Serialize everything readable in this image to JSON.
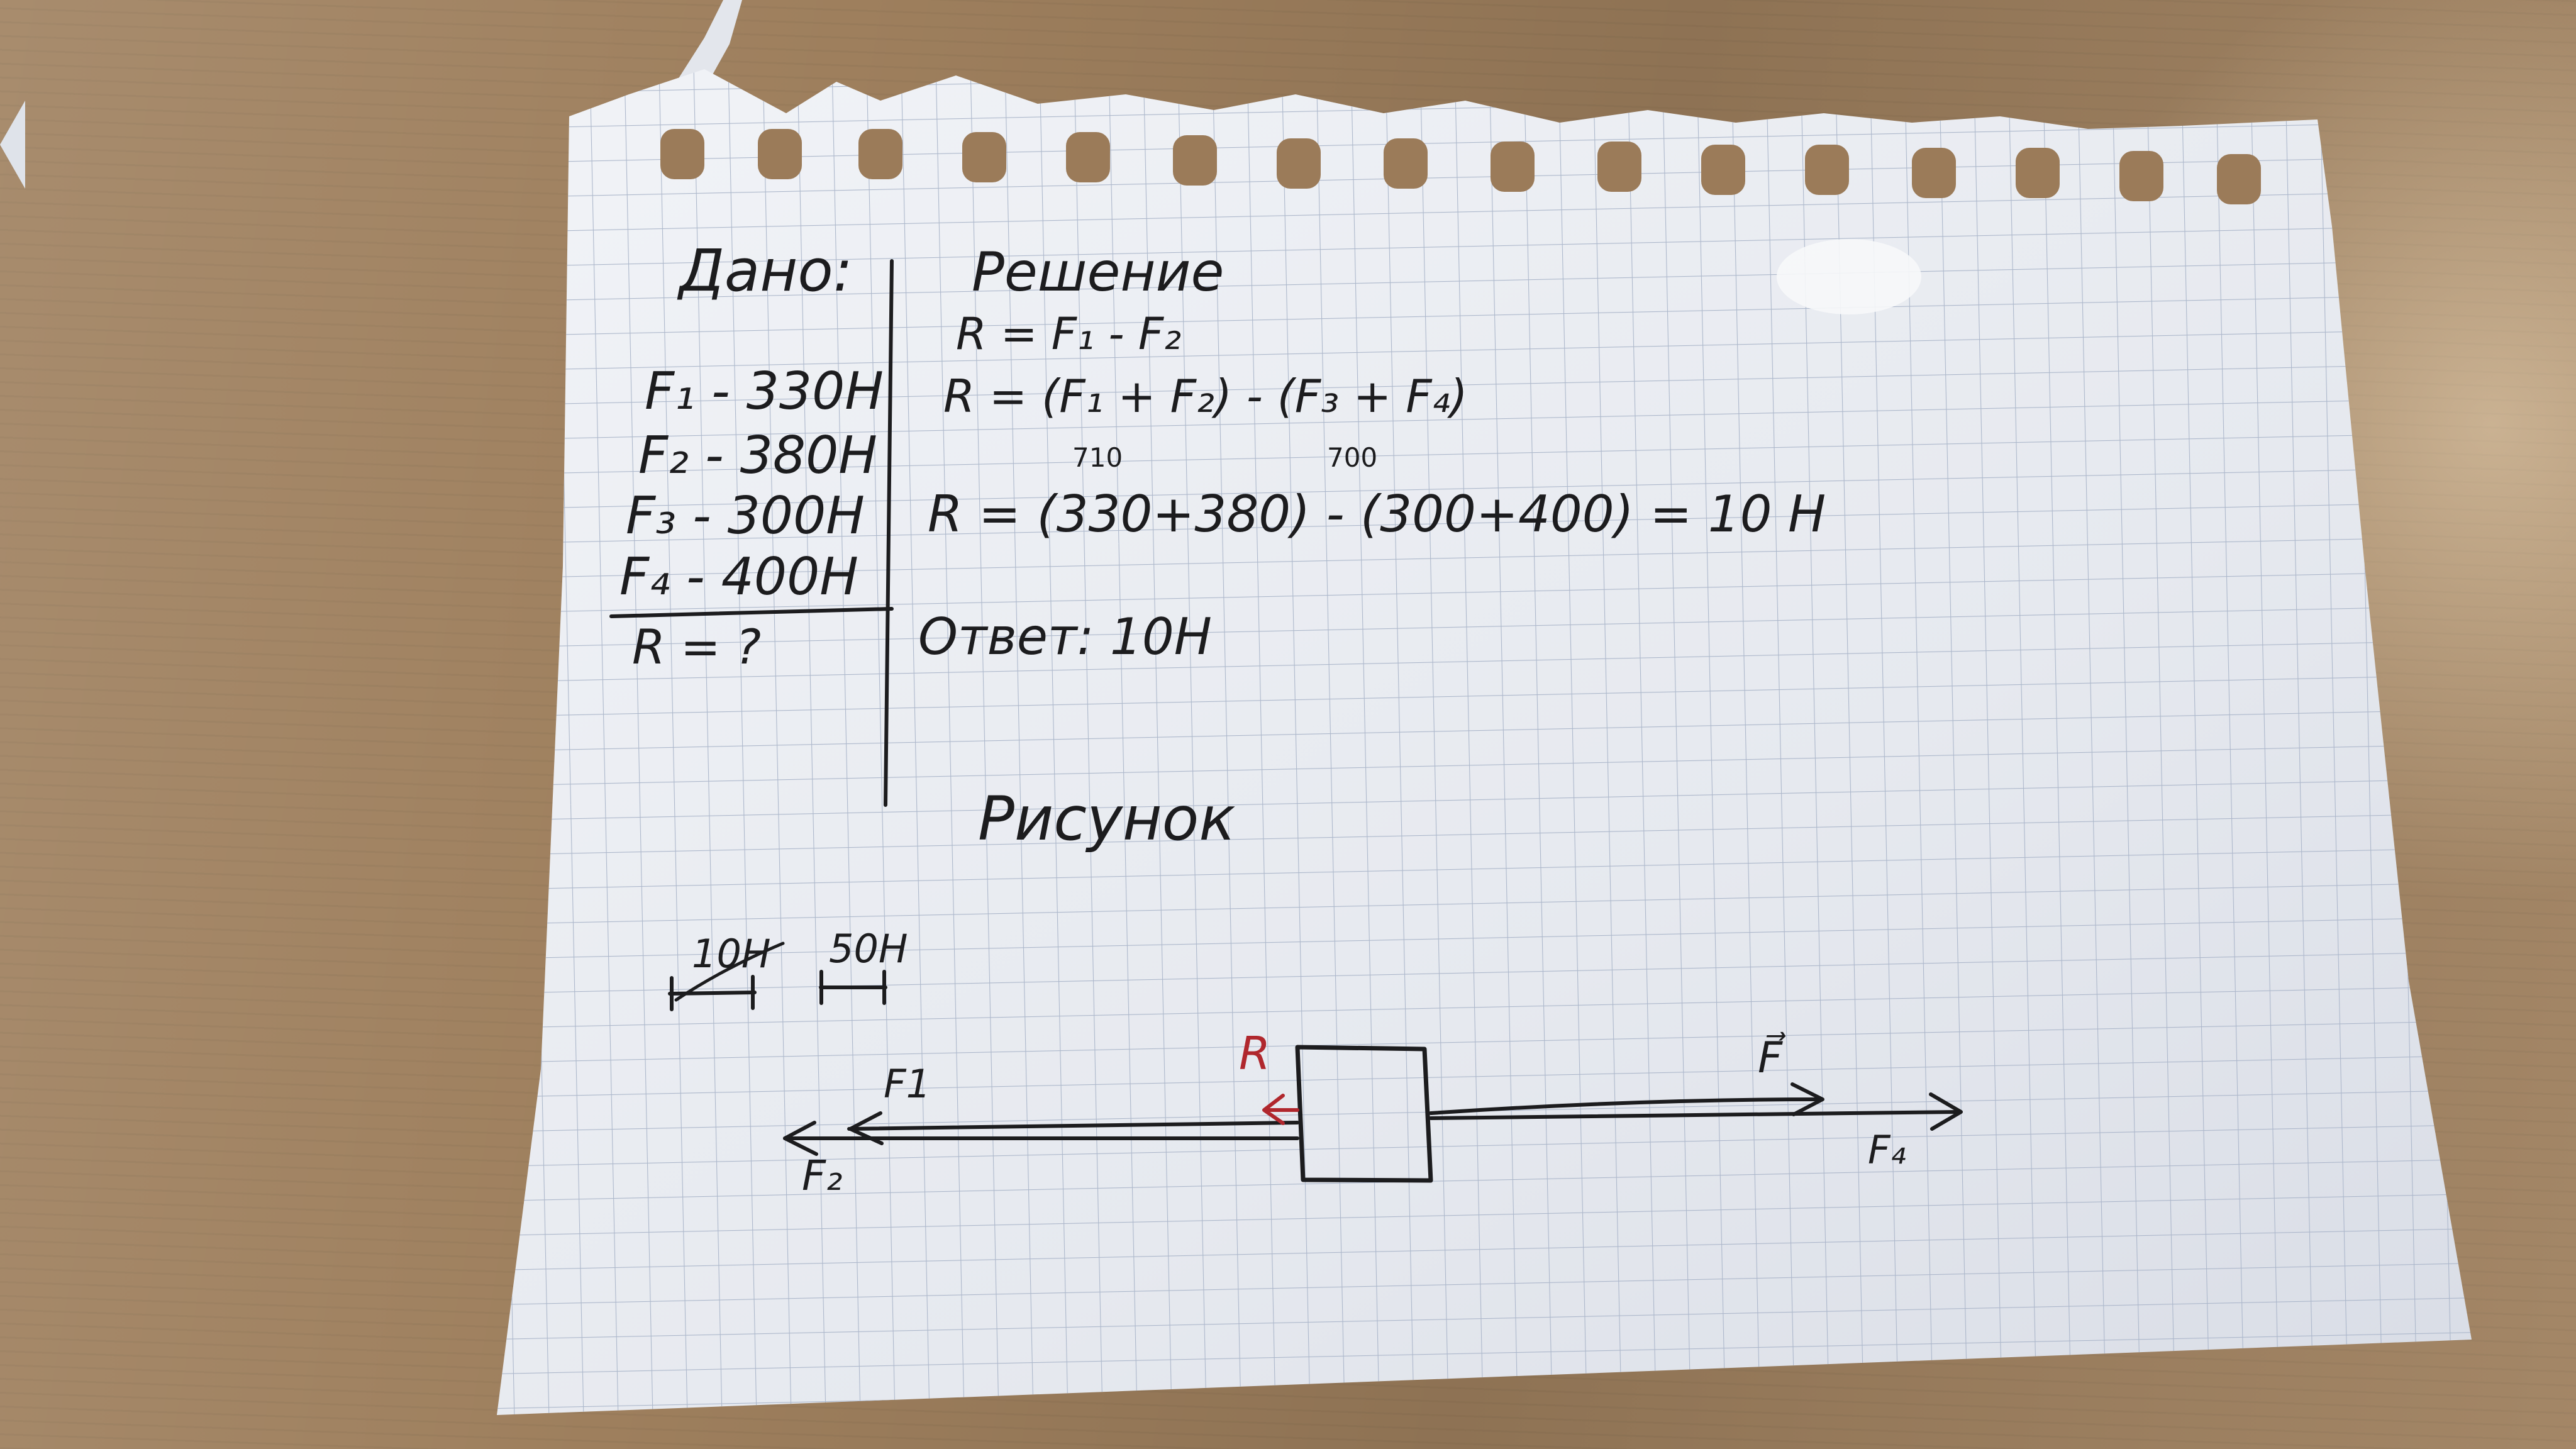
{
  "notebook": {
    "given": {
      "heading": "Дано:",
      "items": [
        "F₁ - 330Н",
        "F₂ - 380Н",
        "F₃ - 300Н",
        "F₄ - 400Н"
      ],
      "unknown": "R = ?"
    },
    "solution": {
      "heading": "Решение",
      "formula_1": "R = F₁ - F₂",
      "formula_2": "R = (F₁ + F₂) - (F₃ + F₄)",
      "sum_1": "710",
      "sum_2": "700",
      "calculation": "R = (330+380) - (300+400) = 10 Н",
      "answer": "Ответ: 10Н"
    },
    "figure": {
      "heading": "Рисунок",
      "scale_1": "10Н",
      "scale_2": "50Н",
      "label_r": "R",
      "label_f1": "F1",
      "label_f2": "F₂",
      "label_f": "F⃗",
      "label_f4": "F₄"
    }
  },
  "colors": {
    "ink": "#1c1c1e",
    "red_ink": "#b0272d",
    "paper": "#e9ecf2",
    "grid": "#a9b4c8",
    "desk": "#9e7f5d"
  }
}
